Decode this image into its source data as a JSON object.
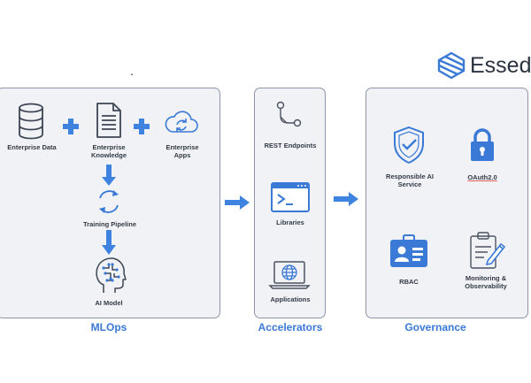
{
  "brand": {
    "name": "Essedur",
    "stray_dot": ".",
    "accent": "#3a79d6"
  },
  "colors": {
    "icon_blue": "#3a79d6",
    "arrow_blue": "#3f83e0",
    "panel_bg": "#f0f2f6",
    "panel_border": "#8c96a8",
    "text": "#333a45"
  },
  "mlops": {
    "title": "MLOps",
    "nodes": {
      "enterprise_data": "Enterprise Data",
      "enterprise_knowledge": "Enterprise Knowledge",
      "enterprise_apps": "Enterprise Apps",
      "training_pipeline": "Training Pipeline",
      "ai_model": "AI Model"
    }
  },
  "accelerators": {
    "title": "Accelerators",
    "nodes": {
      "rest_endpoints": "REST Endpoints",
      "libraries": "Libraries",
      "applications": "Applications"
    }
  },
  "governance": {
    "title": "Governance",
    "nodes": {
      "responsible_ai": "Responsible AI Service",
      "oauth": "OAuth2.0",
      "rbac": "RBAC",
      "monitoring": "Monitoring & Observability"
    }
  }
}
